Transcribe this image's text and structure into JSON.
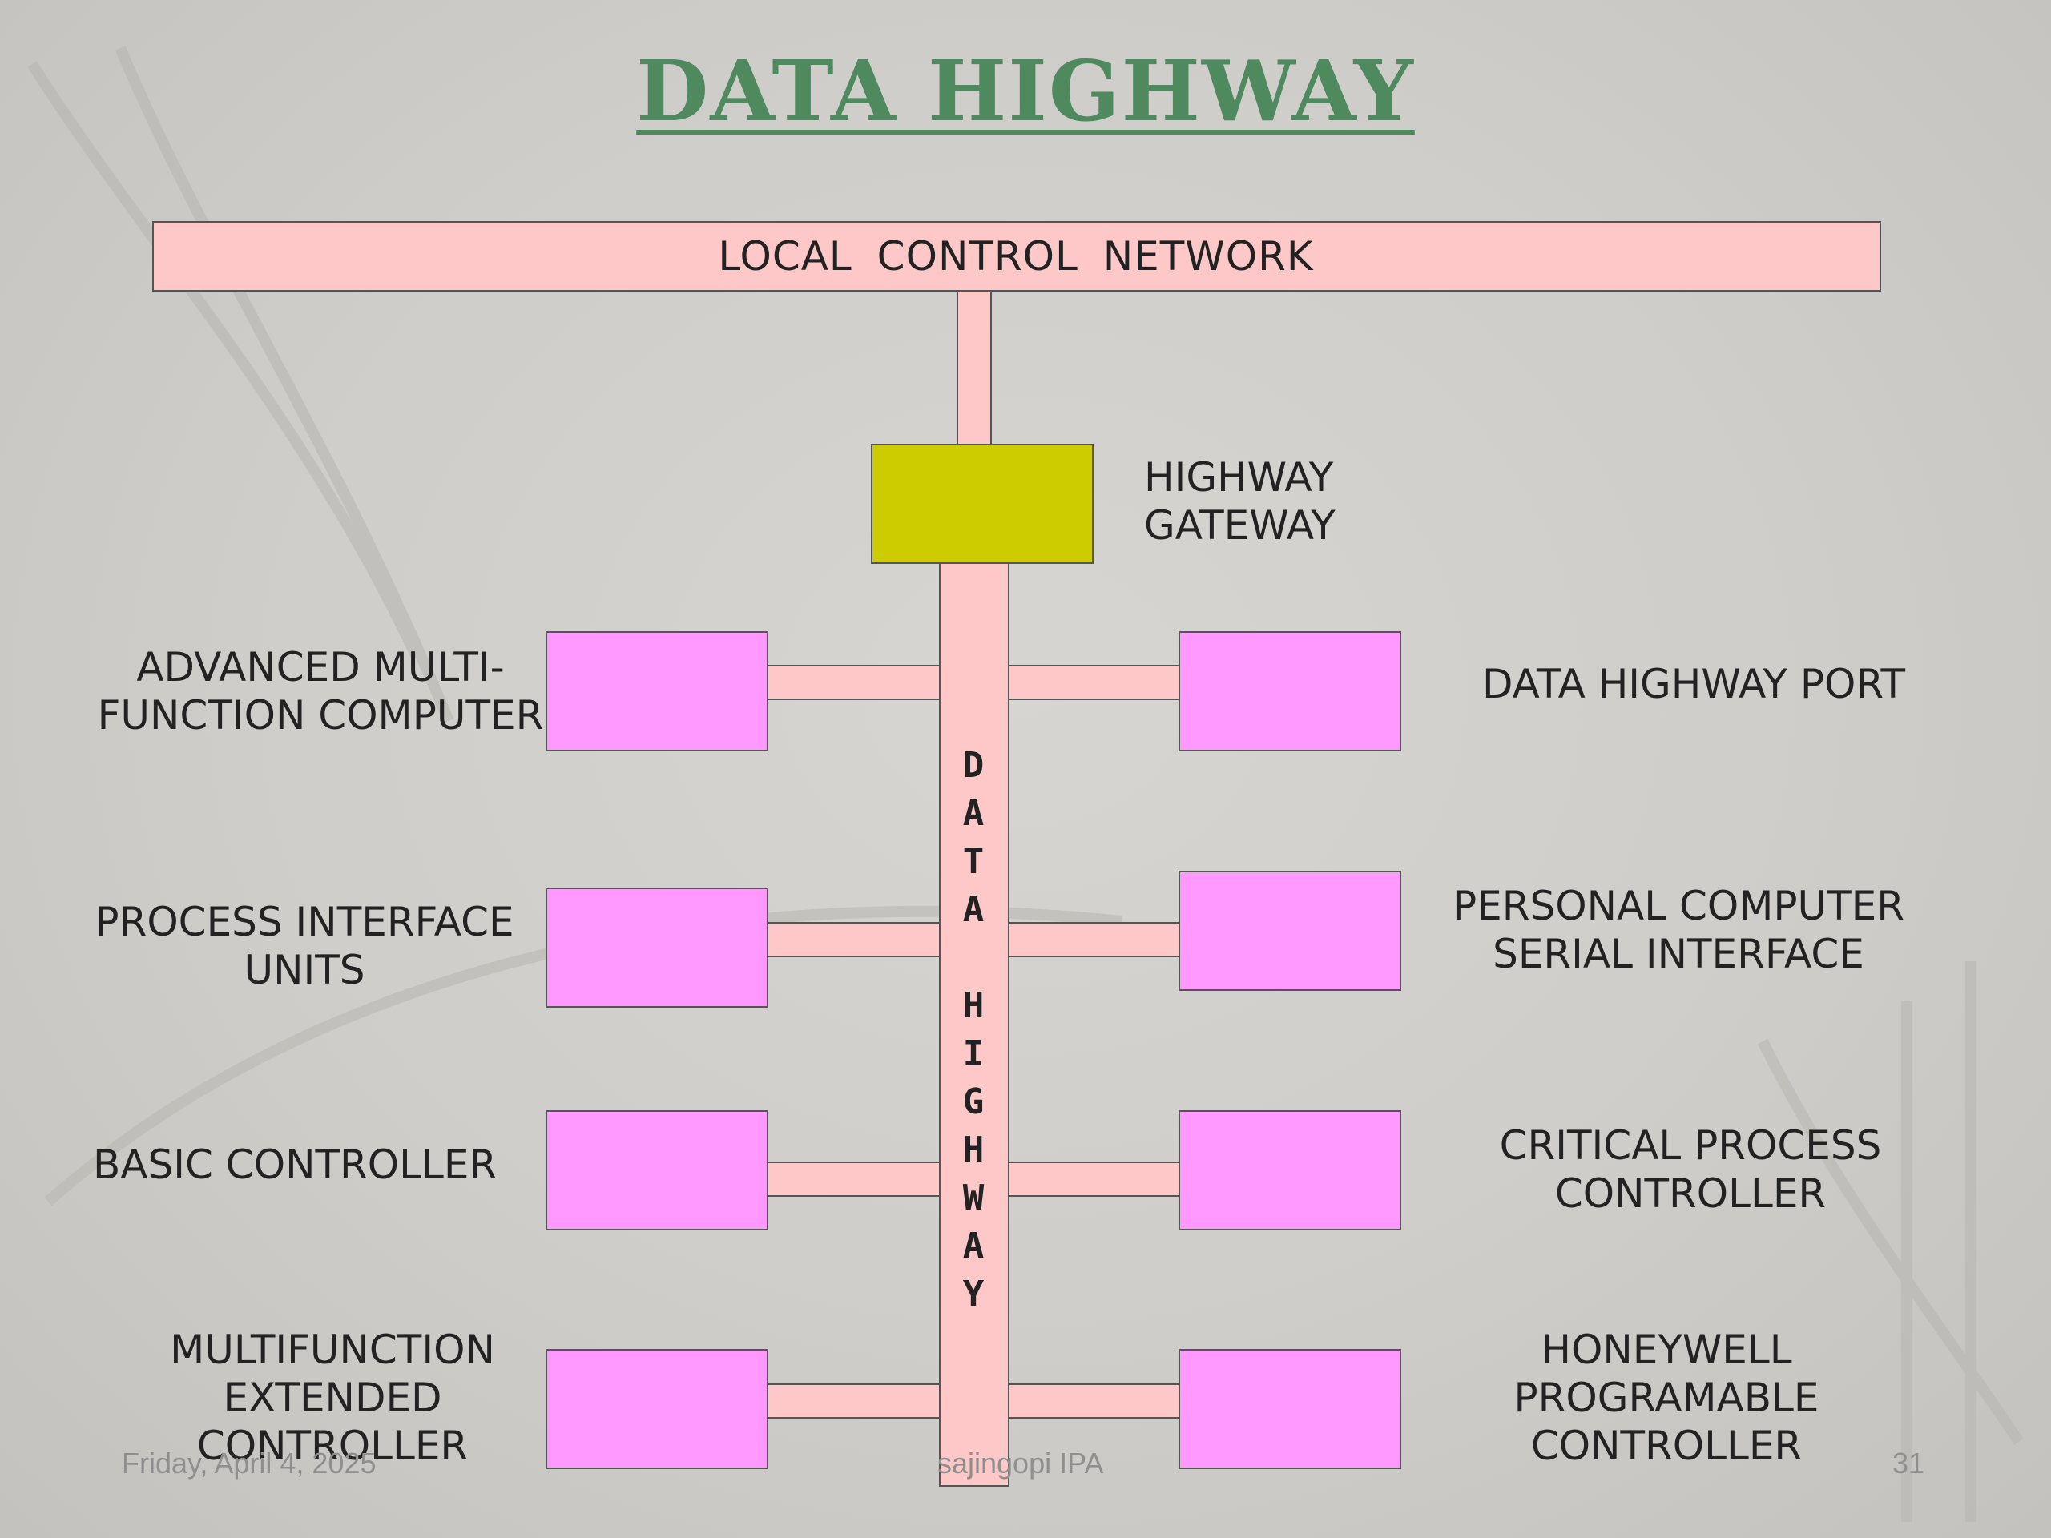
{
  "title": "DATA HIGHWAY",
  "network_label": "LOCAL  CONTROL  NETWORK",
  "gateway_label": [
    "HIGHWAY",
    "GATEWAY"
  ],
  "highway_vertical_text": "DATA HIGHWAY",
  "left_nodes": [
    [
      "ADVANCED MULTI-",
      "FUNCTION COMPUTER"
    ],
    [
      "PROCESS INTERFACE",
      "UNITS"
    ],
    [
      "BASIC CONTROLLER"
    ],
    [
      "MULTIFUNCTION",
      "EXTENDED",
      "CONTROLLER"
    ]
  ],
  "right_nodes": [
    [
      "DATA HIGHWAY PORT"
    ],
    [
      "PERSONAL COMPUTER",
      "SERIAL INTERFACE"
    ],
    [
      "CRITICAL PROCESS",
      "CONTROLLER"
    ],
    [
      "HONEYWELL",
      "PROGRAMABLE",
      "CONTROLLER"
    ]
  ],
  "colors": {
    "title": "#4e8a5e",
    "bus": "#ffc8c8",
    "gateway": "#cccc00",
    "node": "#ff99ff"
  },
  "footer": {
    "date": "Friday, April 4, 2025",
    "author": "sajingopi IPA",
    "page": "31"
  }
}
